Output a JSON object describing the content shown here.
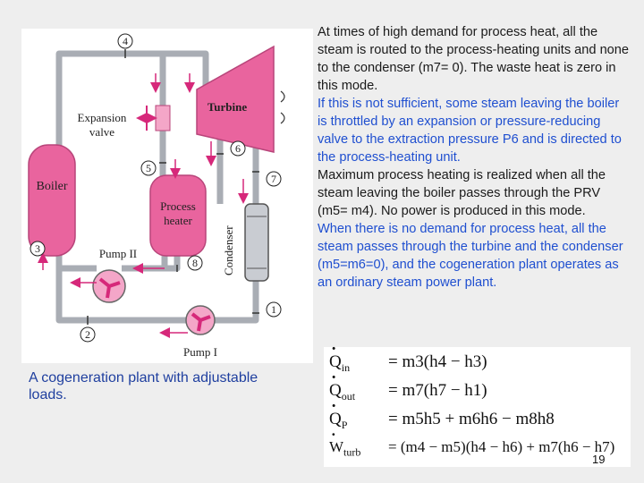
{
  "diagram": {
    "labels": {
      "expansion_valve": [
        "Expansion",
        "valve"
      ],
      "turbine": "Turbine",
      "boiler": "Boiler",
      "process_heater": [
        "Process",
        "heater"
      ],
      "condenser": "Condenser",
      "pump_ii": "Pump II",
      "pump_i": "Pump I"
    },
    "state_numbers": [
      "1",
      "2",
      "3",
      "4",
      "5",
      "6",
      "7",
      "8"
    ],
    "colors": {
      "component_pink": "#e9649e",
      "component_light_pink": "#f4a6c8",
      "pipe_gray": "#a9adb4",
      "arrow_magenta": "#d6287a"
    }
  },
  "caption": "A cogeneration plant with adjustable loads.",
  "paragraphs": [
    {
      "text": "At times of high demand for process heat, all the steam is routed to the process-heating units and none to the condenser (m7= 0). The waste heat is zero in this mode.",
      "style": "black"
    },
    {
      "text": "If this is not sufficient, some steam leaving the boiler is throttled by an expansion or pressure-reducing valve to the extraction pressure P6 and is directed to the process-heating unit.",
      "style": "blue"
    },
    {
      "text": "Maximum process heating is realized when all the steam leaving the boiler passes through the PRV (m5= m4). No power is produced in this mode.",
      "style": "black"
    },
    {
      "text": "When there is no demand for process heat, all the steam passes through the turbine and the condenser (m5=m6=0), and the cogeneration plant operates as an ordinary steam power plant.",
      "style": "blue"
    }
  ],
  "equations": [
    {
      "lhs": "Q",
      "lhs_sub": "in",
      "rhs": "= m3(h4 − h3)"
    },
    {
      "lhs": "Q",
      "lhs_sub": "out",
      "rhs": "= m7(h7 − h1)"
    },
    {
      "lhs": "Q",
      "lhs_sub": "P",
      "rhs": "= m5h5 + m6h6 − m8h8"
    },
    {
      "lhs": "W",
      "lhs_sub": "turb",
      "rhs": "= (m4 − m5)(h4 − h6) + m7(h6 − h7)"
    }
  ],
  "page_number": "19"
}
